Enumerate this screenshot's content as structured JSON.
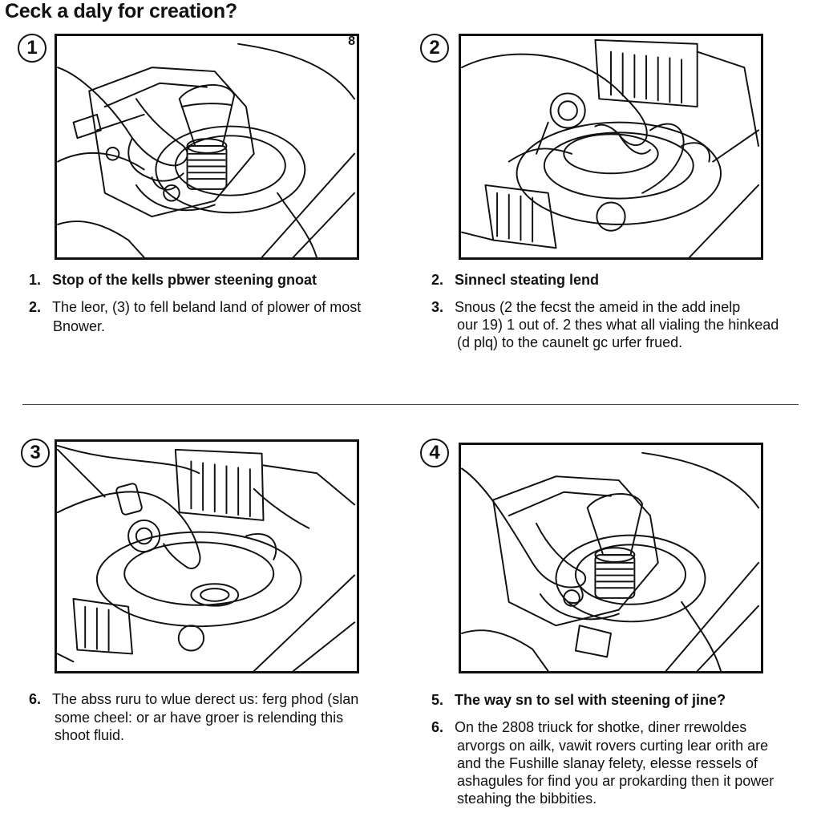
{
  "title": "Ceck a daly for creation?",
  "panels": [
    {
      "badge": "1",
      "corner_mark": "8"
    },
    {
      "badge": "2"
    },
    {
      "badge": "3"
    },
    {
      "badge": "4"
    }
  ],
  "captions": {
    "top_left": [
      {
        "num": "1.",
        "text": "Stop of the kells pbwer steening gnoat"
      },
      {
        "num": "2.",
        "text": "The leor, (3) to fell beland land of plower of most",
        "cont": [
          "Bnower."
        ]
      }
    ],
    "top_right": [
      {
        "num": "2.",
        "text": "Sinnecl steating lend"
      },
      {
        "num": "3.",
        "text": "Snous (2 the fecst the ameid in the add inelp",
        "cont": [
          "our 19) 1 out of. 2 thes what all vialing the hinkead",
          "(d plq) to the caunelt gc urfer frued."
        ]
      }
    ],
    "bottom_left": [
      {
        "num": "6.",
        "text": "The abss ruru to wlue derect us: ferg phod (slan",
        "cont": [
          "some cheel: or ar have groer is relending this",
          "shoot fluid."
        ]
      }
    ],
    "bottom_right": [
      {
        "num": "5.",
        "text": "The way sn to sel with steening of jine?"
      },
      {
        "num": "6.",
        "text": "On the 2808 triuck for shotke, diner rrewoldes",
        "cont": [
          "arvorgs on ailk, vawit rovers curting lear orith are",
          "and the Fushille slanay felety, elesse ressels of",
          "ashagules for find you ar prokarding then it power",
          "steahing the bibbities."
        ]
      }
    ]
  }
}
